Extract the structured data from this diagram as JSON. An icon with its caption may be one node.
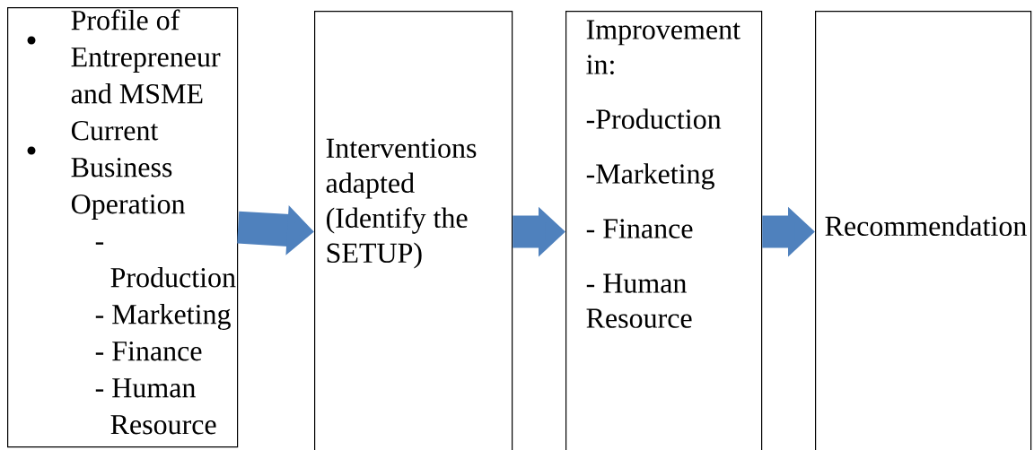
{
  "diagram": {
    "nodes": [
      {
        "text": [
          "Profile of Entrepreneur and MSME",
          "Current Business Operation",
          "- Production",
          "- Marketing",
          "- Finance",
          "- Human Resource"
        ]
      },
      {
        "text": [
          "Interventions adapted (Identify the SETUP)"
        ]
      },
      {
        "text": [
          "Improvement in:",
          "-Production",
          "-Marketing",
          "- Finance",
          "- Human Resource"
        ]
      },
      {
        "text": [
          "Recommendation"
        ]
      }
    ],
    "edges": [
      {
        "from": 0,
        "to": 1,
        "arrow": "to"
      },
      {
        "from": 1,
        "to": 2,
        "arrow": "to"
      },
      {
        "from": 2,
        "to": 3,
        "arrow": "to"
      }
    ]
  }
}
